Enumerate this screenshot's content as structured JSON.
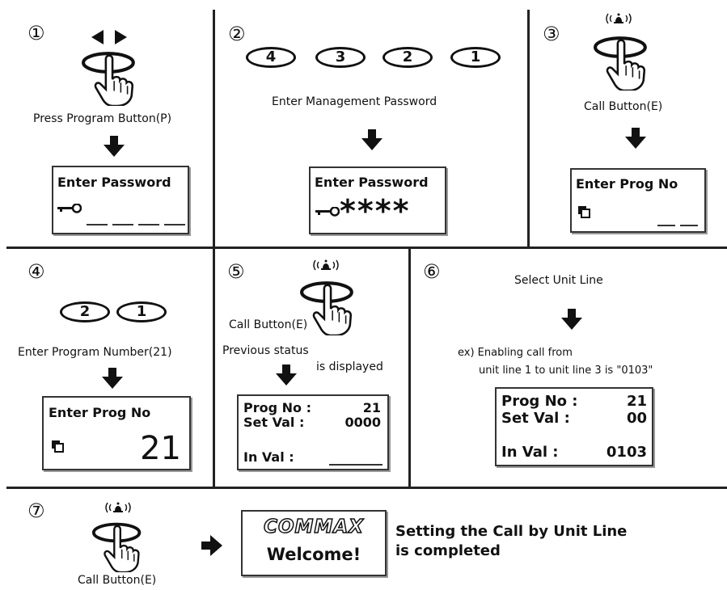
{
  "steps": [
    "①",
    "②",
    "③",
    "④",
    "⑤",
    "⑥",
    "⑦"
  ],
  "panel1": {
    "caption": "Press Program Button(P)",
    "lcd_title": "Enter Password"
  },
  "panel2": {
    "keys": [
      "4",
      "3",
      "2",
      "1"
    ],
    "caption": "Enter Management Password",
    "lcd_title": "Enter Password",
    "lcd_value": "****"
  },
  "panel3": {
    "caption": "Call Button(E)",
    "lcd_title": "Enter Prog No"
  },
  "panel4": {
    "keys": [
      "2",
      "1"
    ],
    "caption": "Enter Program Number(21)",
    "lcd_title": "Enter Prog No",
    "lcd_value": "21"
  },
  "panel5": {
    "caption": "Call Button(E)",
    "note_line1": "Previous status",
    "note_line2": "is displayed",
    "lcd": {
      "prog_label": "Prog No :",
      "prog_value": "21",
      "set_label": "Set  Val  :",
      "set_value": "0000",
      "in_label": "In Val :"
    }
  },
  "panel6": {
    "caption": "Select Unit Line",
    "ex_line1": "ex) Enabling call from",
    "ex_line2": "unit line 1 to unit line 3 is \"0103\"",
    "lcd": {
      "prog_label": "Prog No :",
      "prog_value": "21",
      "set_label": "Set  Val  :",
      "set_value": "00",
      "in_label": "In Val :",
      "in_value": "0103"
    }
  },
  "panel7": {
    "caption": "Call Button(E)",
    "logo": "COMMAX",
    "welcome": "Welcome!",
    "result_line1": "Setting the Call by Unit Line",
    "result_line2": "is completed"
  }
}
